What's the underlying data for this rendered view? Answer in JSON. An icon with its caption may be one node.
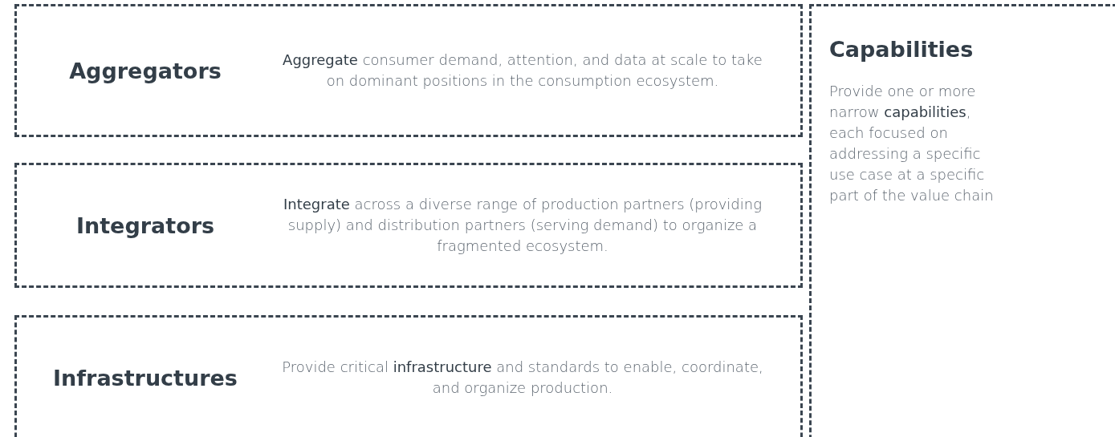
{
  "diagram": {
    "nodes": [
      {
        "text": [
          "Aggregators",
          "**Aggregate** consumer demand, attention, and data at scale to take on dominant positions in the consumption ecosystem."
        ]
      },
      {
        "text": [
          "Integrators",
          "**Integrate** across a diverse range of production partners (providing supply) and distribution partners (serving demand) to organize a fragmented ecosystem."
        ]
      },
      {
        "text": [
          "Infrastructures",
          "Provide critical **infrastructure** and standards to enable, coordinate, and organize production."
        ]
      },
      {
        "text": [
          "Capabilities",
          "Provide one or more narrow **capabilities**, each focused on addressing a specific use case at a specific part of the value chain"
        ]
      }
    ]
  }
}
